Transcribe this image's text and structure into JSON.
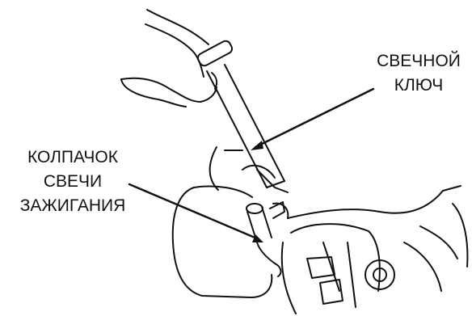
{
  "labels": {
    "spark_plug_wrench": {
      "line1": "СВЕЧНОЙ",
      "line2": "КЛЮЧ"
    },
    "spark_plug_cap": {
      "line1": "КОЛПАЧОК",
      "line2": "СВЕЧИ",
      "line3": "ЗАЖИГАНИЯ"
    }
  },
  "colors": {
    "ink": "#111111",
    "background": "#ffffff"
  }
}
